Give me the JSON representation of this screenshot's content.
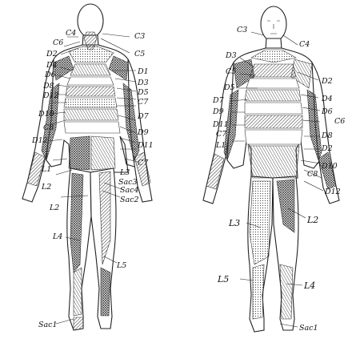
{
  "back_labels": {
    "c3": "C3",
    "c4": "C4",
    "c6": "C6",
    "c5": "C5",
    "d2a": "D2",
    "d1": "D1",
    "d4": "D4",
    "d3": "D3",
    "d6": "D6",
    "d5": "D5",
    "d8": "D8",
    "c7a": "C7",
    "d12a": "D12",
    "d7": "D7",
    "d10": "D10",
    "d9": "D9",
    "c8": "C8",
    "d11": "D11",
    "d12b": "D12",
    "c7b": "C7",
    "l1": "L1",
    "l2a": "L2",
    "l3": "L3",
    "sac4": "Sac4",
    "sac2": "Sac2",
    "sac3": "Sac3",
    "l2b": "L2",
    "l4": "L4",
    "l5": "L5",
    "sac1": "Sac1"
  },
  "front_labels": {
    "c3": "C3",
    "c4": "C4",
    "d3": "D3",
    "c5": "C5",
    "d2a": "D2",
    "d5": "D5",
    "d4": "D4",
    "d7": "D7",
    "d9": "D9",
    "d6": "D6",
    "c6": "C6",
    "d11": "D11",
    "d8": "D8",
    "c7": "C7",
    "d2b": "D2",
    "l1": "L1",
    "d10": "D10",
    "c8": "C8",
    "d12": "D12",
    "l2": "L2",
    "l3": "L3",
    "l5": "L5",
    "l4": "L4",
    "sac1": "Sac1"
  }
}
